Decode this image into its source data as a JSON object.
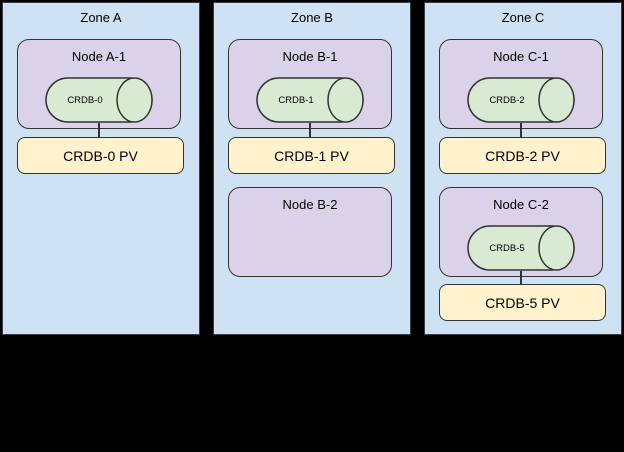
{
  "diagram": {
    "background_color": "#000000",
    "stroke_color": "#333333",
    "zone_fill": "#cfe2f3",
    "node_fill": "#d9d2e9",
    "cylinder_fill": "#d9ead3",
    "pv_fill": "#fff2cc"
  },
  "zones": [
    {
      "title": "Zone A",
      "nodes": [
        {
          "title": "Node A-1",
          "db": "CRDB-0",
          "pv": "CRDB-0 PV"
        }
      ]
    },
    {
      "title": "Zone B",
      "nodes": [
        {
          "title": "Node B-1",
          "db": "CRDB-1",
          "pv": "CRDB-1 PV"
        },
        {
          "title": "Node B-2"
        }
      ]
    },
    {
      "title": "Zone C",
      "nodes": [
        {
          "title": "Node C-1",
          "db": "CRDB-2",
          "pv": "CRDB-2 PV"
        },
        {
          "title": "Node C-2",
          "db": "CRDB-5",
          "pv": "CRDB-5 PV"
        }
      ]
    }
  ]
}
